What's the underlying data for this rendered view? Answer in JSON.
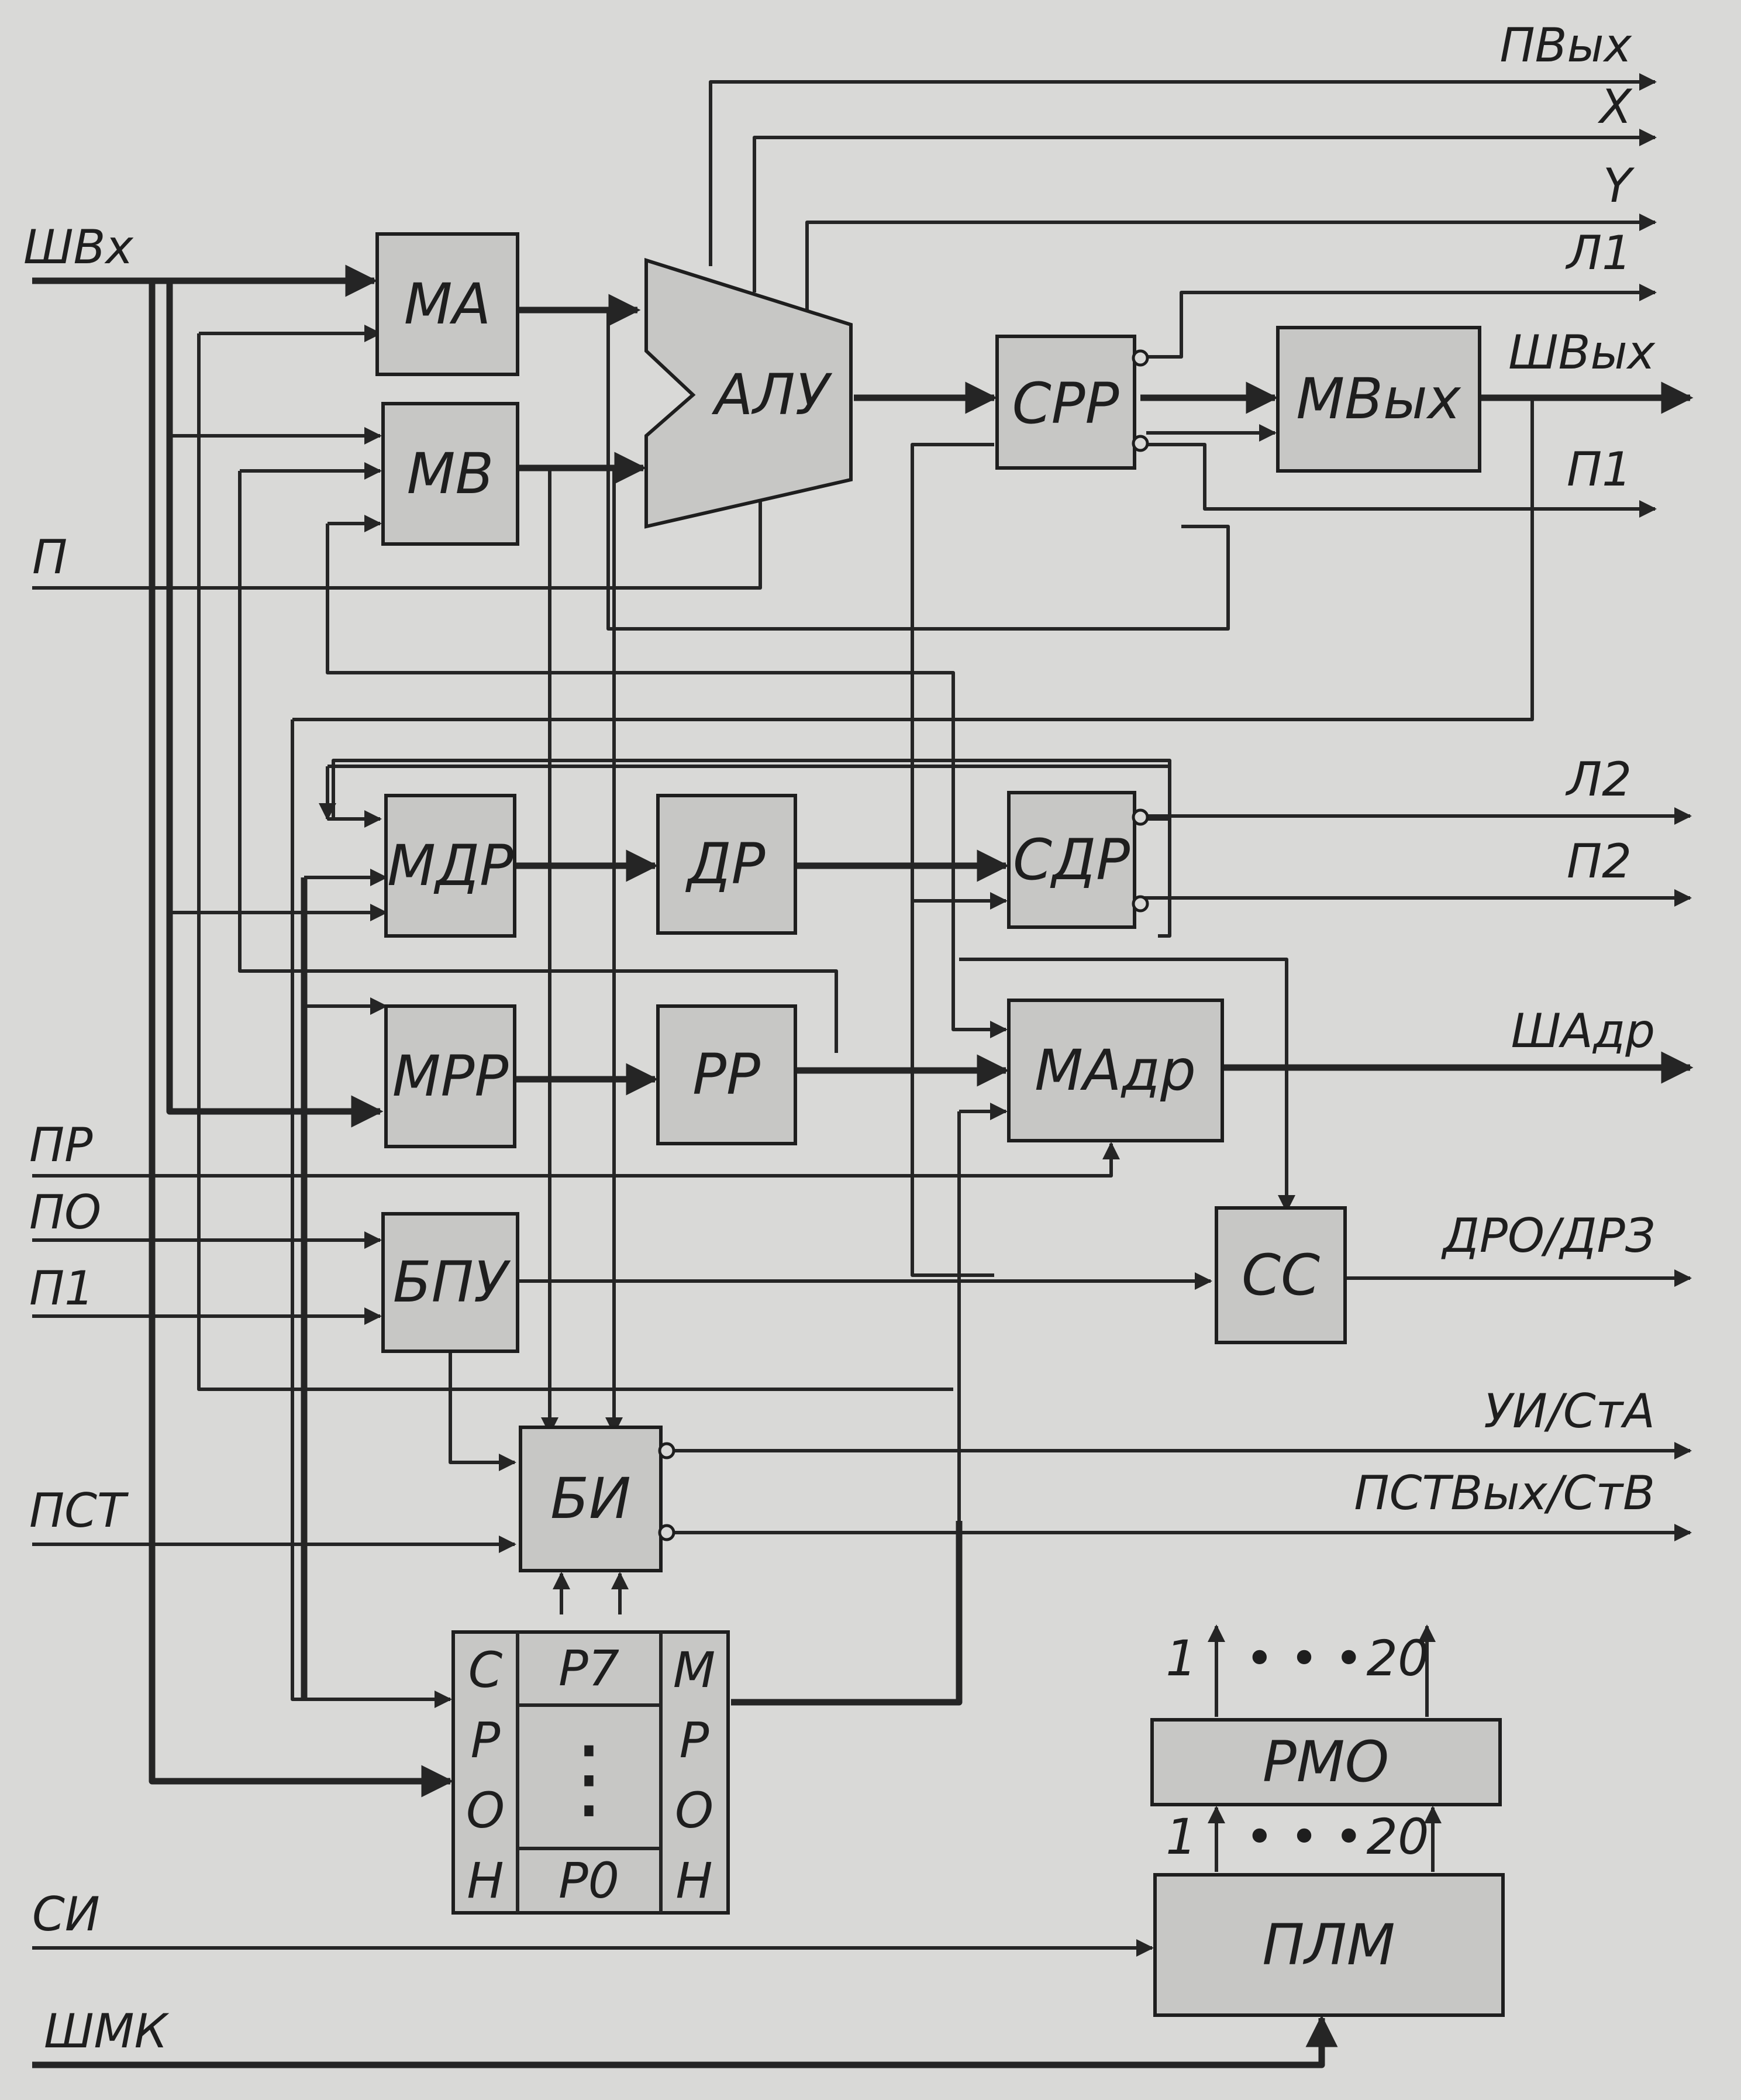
{
  "blocks": {
    "ma": "МА",
    "mv": "МВ",
    "alu": "АЛУ",
    "srr": "СРР",
    "mvyh": "МВых",
    "mdr": "МДР",
    "dr": "ДР",
    "sdr": "СДР",
    "mrr": "МРР",
    "rr": "РР",
    "madr": "МАдр",
    "bpu": "БПУ",
    "ss": "СС",
    "bi": "БИ",
    "rmo": "РМО",
    "plm": "ПЛМ"
  },
  "ron": {
    "left_letters": [
      "С",
      "Р",
      "О",
      "Н"
    ],
    "right_letters": [
      "М",
      "Р",
      "О",
      "Н"
    ],
    "top_register": "Р7",
    "bottom_register": "Р0",
    "ellipsis": "⋮"
  },
  "rmo_range": {
    "start": "1",
    "dots": "• • •",
    "end": "20"
  },
  "plm_range": {
    "start": "1",
    "dots": "• • •",
    "end": "20"
  },
  "inputs": {
    "shvh": "ШВх",
    "p": "П",
    "pr": "ПР",
    "po": "ПО",
    "p1": "П1",
    "pst": "ПСТ",
    "si": "СИ",
    "shmk": "ШМК"
  },
  "outputs": {
    "pvyh": "ПВых",
    "x": "X",
    "y": "Y",
    "l1": "Л1",
    "shvyh": "ШВых",
    "p1": "П1",
    "l2": "Л2",
    "p2": "П2",
    "shadr": "ШАдр",
    "dro_drz": "ДРО/ДРЗ",
    "ui_sta": "УИ/СтА",
    "pstvyh_stv": "ПСТВых/СтВ"
  }
}
